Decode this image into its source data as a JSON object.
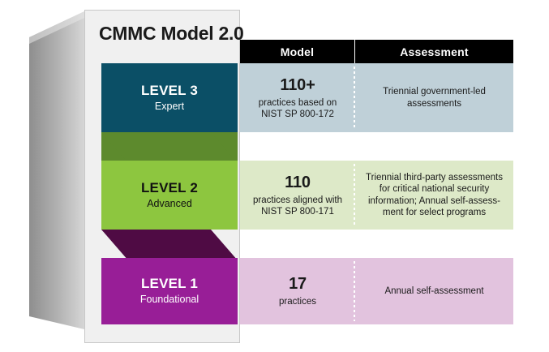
{
  "title": "CMMC Model 2.0",
  "columns": {
    "model": "Model",
    "assessment": "Assessment"
  },
  "colors": {
    "level3": "#0b4f66",
    "level3_row": "#bfd0d8",
    "level3_connector": "#5d8a2d",
    "level2": "#8dc63f",
    "level2_row": "#dde9c8",
    "level2_connector": "#4f0b44",
    "level1": "#981e97",
    "level1_row": "#e2c3de",
    "header_bar": "#000000",
    "card": "#f0f0f0",
    "slab": "#9d9d9d"
  },
  "levels": [
    {
      "name": "LEVEL 3",
      "subtitle": "Expert",
      "count": "110+",
      "count_sub_line1": "practices based on",
      "count_sub_line2": "NIST SP 800-172",
      "assessment_line1": "Triennial government-led",
      "assessment_line2": "assessments",
      "assessment_line3": "",
      "assessment_line4": ""
    },
    {
      "name": "LEVEL 2",
      "subtitle": "Advanced",
      "count": "110",
      "count_sub_line1": "practices aligned with",
      "count_sub_line2": "NIST SP 800-171",
      "assessment_line1": "Triennial third-party assessments",
      "assessment_line2": "for critical national security",
      "assessment_line3": "information; Annual self-assess-",
      "assessment_line4": "ment for select programs"
    },
    {
      "name": "LEVEL 1",
      "subtitle": "Foundational",
      "count": "17",
      "count_sub_line1": "practices",
      "count_sub_line2": "",
      "assessment_line1": "Annual self-assessment",
      "assessment_line2": "",
      "assessment_line3": "",
      "assessment_line4": ""
    }
  ]
}
